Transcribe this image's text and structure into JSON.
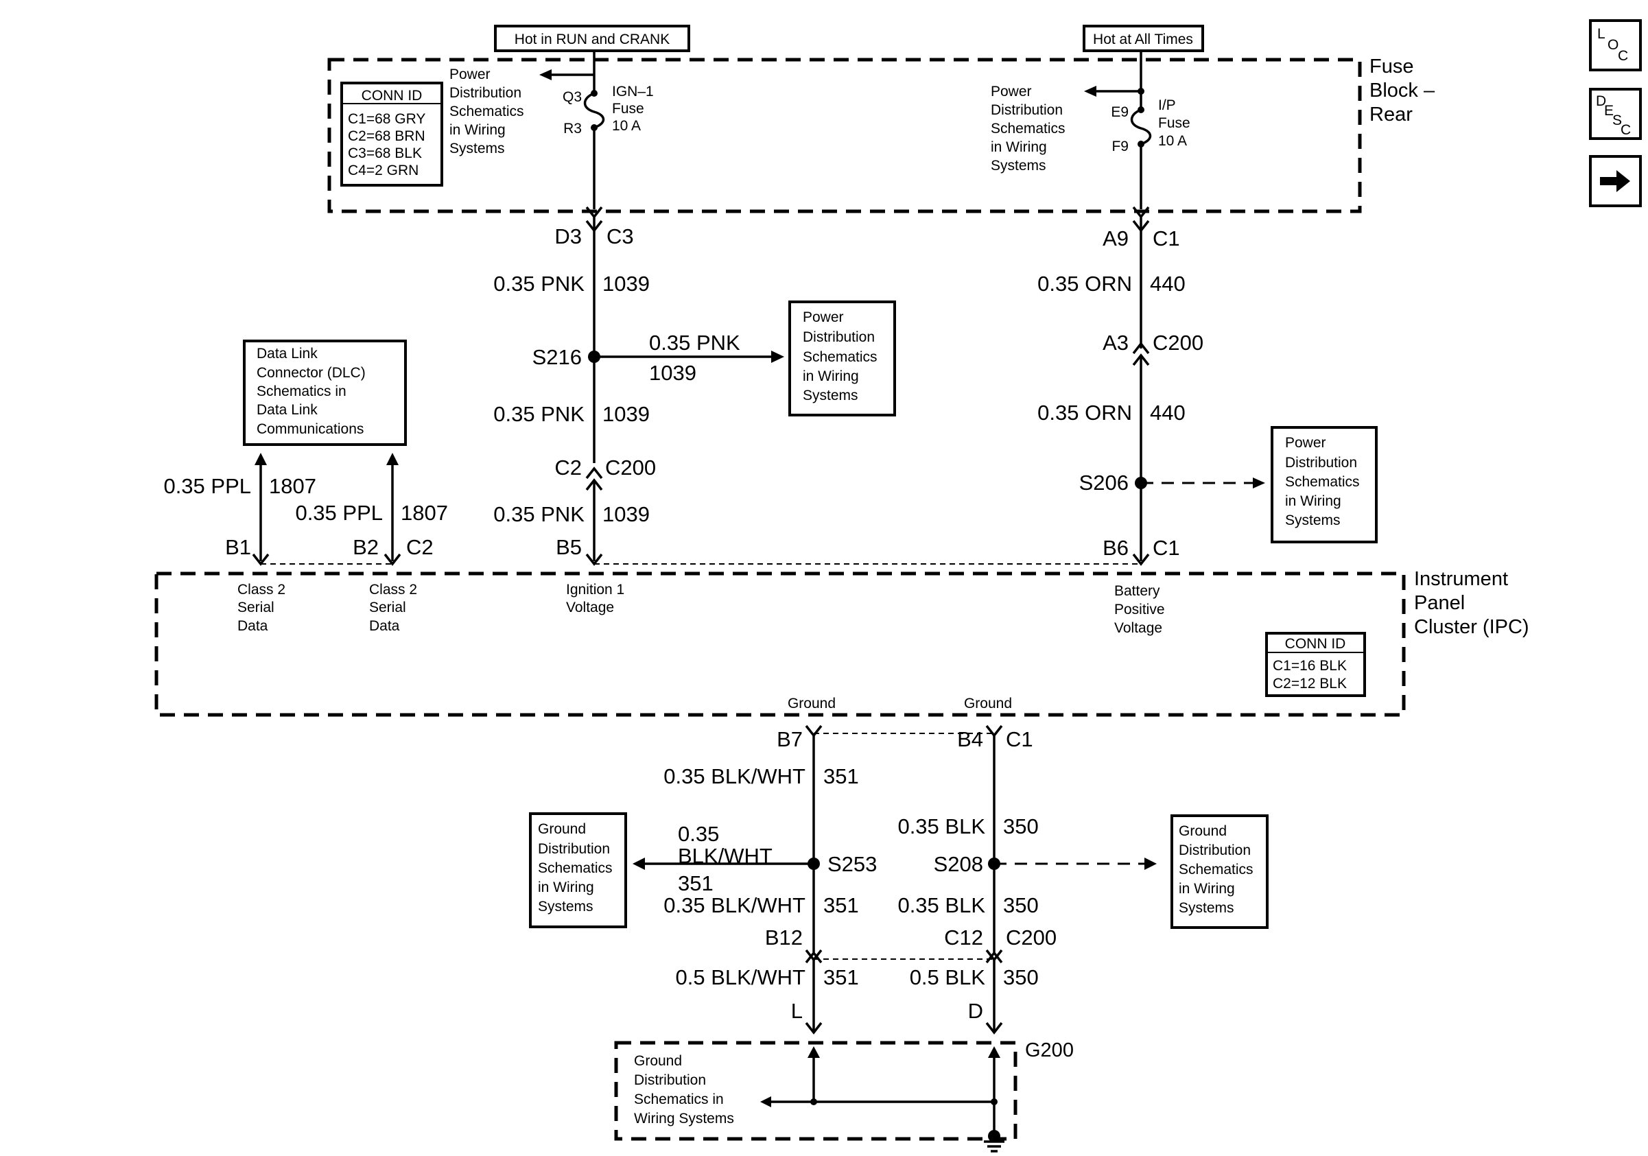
{
  "power_sources": {
    "run_crank": "Hot in RUN and CRANK",
    "all_times": "Hot at All Times"
  },
  "fuse_block": {
    "title_line1": "Fuse",
    "title_line2": "Block –",
    "title_line3": "Rear",
    "conn_id": {
      "title": "CONN ID",
      "items": [
        "C1=68 GRY",
        "C2=68 BRN",
        "C3=68 BLK",
        "C4=2 GRN"
      ]
    },
    "ign_fuse": {
      "top_pin": "Q3",
      "bottom_pin": "R3",
      "name": "IGN–1",
      "label": "Fuse",
      "rating": "10 A"
    },
    "ip_fuse": {
      "top_pin": "E9",
      "bottom_pin": "F9",
      "name": "I/P",
      "label": "Fuse",
      "rating": "10 A"
    },
    "ref_left": [
      "Power",
      "Distribution",
      "Schematics",
      "in Wiring",
      "Systems"
    ],
    "ref_right": [
      "Power",
      "Distribution",
      "Schematics",
      "in Wiring",
      "Systems"
    ]
  },
  "ign_circuit": {
    "d3": "D3",
    "c3": "C3",
    "wire1_gauge": "0.35 PNK",
    "wire1_num": "1039",
    "splice": "S216",
    "branch_gauge": "0.35 PNK",
    "branch_num": "1039",
    "branch_ref": [
      "Power",
      "Distribution",
      "Schematics",
      "in Wiring",
      "Systems"
    ],
    "wire2_gauge": "0.35 PNK",
    "wire2_num": "1039",
    "c2_pin": "C2",
    "c2_conn": "C200",
    "wire3_gauge": "0.35 PNK",
    "wire3_num": "1039",
    "b5": "B5"
  },
  "batt_circuit": {
    "a9": "A9",
    "c1": "C1",
    "wire1_gauge": "0.35 ORN",
    "wire1_num": "440",
    "a3": "A3",
    "c200": "C200",
    "wire2_gauge": "0.35 ORN",
    "wire2_num": "440",
    "splice": "S206",
    "branch_ref": [
      "Power",
      "Distribution",
      "Schematics",
      "in Wiring",
      "Systems"
    ],
    "b6": "B6",
    "c1_ipc": "C1"
  },
  "dlc": {
    "ref": [
      "Data Link",
      "Connector (DLC)",
      "Schematics in",
      "Data Link",
      "Communications"
    ],
    "wire_a_gauge": "0.35 PPL",
    "wire_a_num": "1807",
    "wire_b_gauge": "0.35 PPL",
    "wire_b_num": "1807",
    "b1": "B1",
    "b2": "B2",
    "c2": "C2"
  },
  "ipc": {
    "title_line1": "Instrument",
    "title_line2": "Panel",
    "title_line3": "Cluster (IPC)",
    "label_b1": [
      "Class 2",
      "Serial",
      "Data"
    ],
    "label_b2": [
      "Class 2",
      "Serial",
      "Data"
    ],
    "label_b5": [
      "Ignition 1",
      "Voltage"
    ],
    "label_b6": [
      "Battery",
      "Positive",
      "Voltage"
    ],
    "ground_a": "Ground",
    "ground_b": "Ground",
    "conn_id": {
      "title": "CONN ID",
      "items": [
        "C1=16 BLK",
        "C2=12 BLK"
      ]
    }
  },
  "ground_circuit": {
    "b7": "B7",
    "b4": "B4",
    "c1": "C1",
    "left_wire1_gauge": "0.35 BLK/WHT",
    "left_wire1_num": "351",
    "right_wire1_gauge": "0.35 BLK",
    "right_wire1_num": "350",
    "left_branch_gauge_l1": "0.35",
    "left_branch_gauge_l2": "BLK/WHT",
    "left_branch_num": "351",
    "left_splice": "S253",
    "right_splice": "S208",
    "left_ref": [
      "Ground",
      "Distribution",
      "Schematics",
      "in Wiring",
      "Systems"
    ],
    "right_ref": [
      "Ground",
      "Distribution",
      "Schematics",
      "in Wiring",
      "Systems"
    ],
    "left_wire2_gauge": "0.35 BLK/WHT",
    "left_wire2_num": "351",
    "right_wire2_gauge": "0.35 BLK",
    "right_wire2_num": "350",
    "b12": "B12",
    "c12": "C12",
    "c200": "C200",
    "left_wire3_gauge": "0.5 BLK/WHT",
    "left_wire3_num": "351",
    "right_wire3_gauge": "0.5 BLK",
    "right_wire3_num": "350",
    "pin_l": "L",
    "pin_d": "D",
    "g200": "G200",
    "g200_ref": [
      "Ground",
      "Distribution",
      "Schematics in",
      "Wiring Systems"
    ]
  },
  "nav": {
    "loc": [
      "L",
      "O",
      "C"
    ],
    "desc": [
      "D",
      "E",
      "S",
      "C"
    ]
  }
}
